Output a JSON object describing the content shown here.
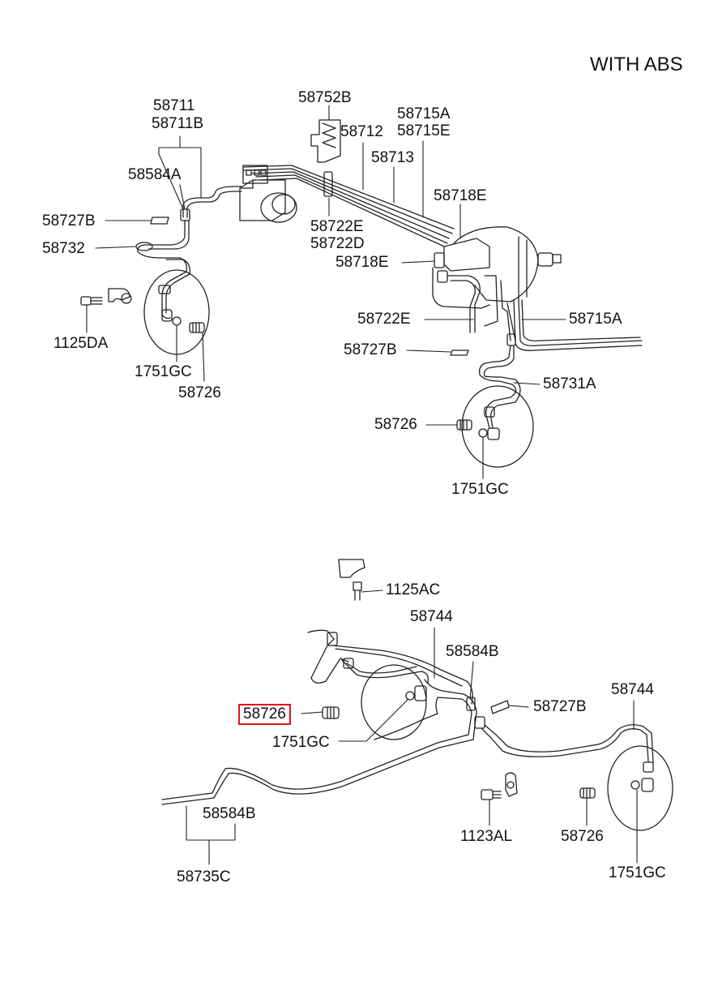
{
  "header": "WITH  ABS",
  "accent_color": "#e0141a",
  "labels": {
    "p58711": "58711",
    "p58711B": "58711B",
    "p58584A": "58584A",
    "p58727B_a": "58727B",
    "p58732": "58732",
    "p1125DA": "1125DA",
    "p1751GC_a": "1751GC",
    "p58726_a": "58726",
    "p58752B": "58752B",
    "p58712": "58712",
    "p58715A_a": "58715A",
    "p58715E": "58715E",
    "p58713": "58713",
    "p58718E_a": "58718E",
    "p58722E_a": "58722E",
    "p58722D": "58722D",
    "p58718E_b": "58718E",
    "p58722E_b": "58722E",
    "p58715A_b": "58715A",
    "p58727B_b": "58727B",
    "p58731A": "58731A",
    "p58726_b": "58726",
    "p1751GC_b": "1751GC",
    "p1125AC": "1125AC",
    "p58744_a": "58744",
    "p58584B_a": "58584B",
    "p58726_hl": "58726",
    "p58727B_c": "58727B",
    "p1751GC_c": "1751GC",
    "p58744_b": "58744",
    "p58584B_b": "58584B",
    "p1123AL": "1123AL",
    "p58726_c": "58726",
    "p58735C": "58735C",
    "p1751GC_d": "1751GC"
  }
}
